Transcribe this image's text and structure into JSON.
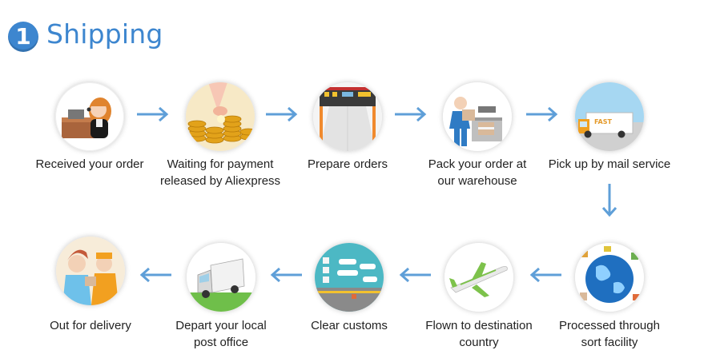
{
  "header": {
    "number": "1",
    "title": "Shipping"
  },
  "steps": [
    {
      "label": "Received your order",
      "icon": "customer-service-icon"
    },
    {
      "label": "Waiting for payment\nreleased by Aliexpress",
      "icon": "gold-coins-icon"
    },
    {
      "label": "Prepare orders",
      "icon": "conveyor-icon"
    },
    {
      "label": "Pack your order at\nour warehouse",
      "icon": "packing-worker-icon"
    },
    {
      "label": "Pick up by mail service",
      "icon": "delivery-truck-icon"
    },
    {
      "label": "Processed through\nsort facility",
      "icon": "globe-icon"
    },
    {
      "label": "Flown to destination\ncountry",
      "icon": "airplane-icon"
    },
    {
      "label": "Clear customs",
      "icon": "port-icon"
    },
    {
      "label": "Depart your local\npost office",
      "icon": "mail-van-icon"
    },
    {
      "label": "Out for delivery",
      "icon": "courier-icon"
    }
  ],
  "colors": {
    "accent": "#3d86cf",
    "arrow": "#5f9fd8"
  }
}
